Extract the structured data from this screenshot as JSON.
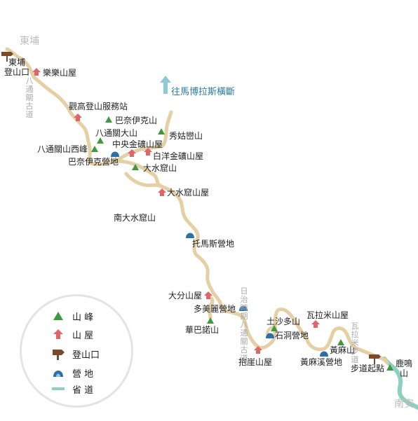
{
  "labels": {
    "dongpu": "東埔",
    "nanan": "南安",
    "trailhead_dongpu": "東埔\n登山口",
    "lele": "樂樂山屋",
    "guangao": "觀高登山服務站",
    "bainaiyike": "巴奈伊克山",
    "batongguan": "八通關大山",
    "xiugu": "秀姑巒山",
    "batongguanwest": "八通關山西峰",
    "zhongyang": "中央金礦山屋",
    "baiyang": "白洋金礦山屋",
    "bainaiyike_camp": "巴奈伊克營地",
    "dashuiku": "大水窟山",
    "dashuiku_hut": "大水窟山屋",
    "nandashuiku": "南大水窟山",
    "tuomasi": "托馬斯營地",
    "dafen": "大分山屋",
    "duomeili": "多美麗營地",
    "huabanuo": "華巴諾山",
    "tushaduo": "土沙多山",
    "shidong": "石洞營地",
    "walami": "瓦拉米山屋",
    "baoya": "抱崖山屋",
    "huangma": "黃麻山",
    "huangmaxi": "黃麻溪營地",
    "budaoqidian": "步道起點",
    "luming": "鹿鳴\n山",
    "to_mabolasi": "往馬博拉斯橫斷"
  },
  "trail_names": {
    "batong_old": "八通關古道",
    "rizhi_batong_old": "日治時期八通關古道",
    "walami_trail": "瓦拉米步道"
  },
  "legend": {
    "peak": "山 峰",
    "hut": "山 屋",
    "trailhead": "登山口",
    "camp": "營 地",
    "road": "省 道"
  },
  "colors": {
    "trail": "#e5cfa4",
    "road": "#8fcfc0",
    "peak": "#3f9a3f",
    "hut": "#e0656b",
    "camp": "#2f6fa8",
    "trailhead": "#7a4a2a",
    "arrow": "#8ec9d6"
  }
}
